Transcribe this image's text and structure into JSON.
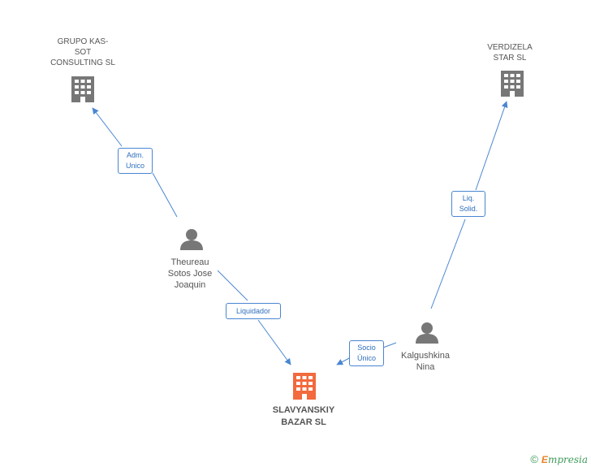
{
  "nodes": {
    "grupo": {
      "lines": [
        "GRUPO KAS-",
        "SOT",
        "CONSULTING SL"
      ]
    },
    "verdizela": {
      "lines": [
        "VERDIZELA",
        "STAR SL"
      ]
    },
    "theureau": {
      "lines": [
        "Theureau",
        "Sotos Jose",
        "Joaquin"
      ]
    },
    "kalgushkina": {
      "lines": [
        "Kalgushkina",
        "Nina"
      ]
    },
    "slavyanskiy": {
      "lines": [
        "SLAVYANSKIY",
        "BAZAR SL"
      ]
    }
  },
  "edges": {
    "adm": {
      "lines": [
        "Adm.",
        "Unico"
      ]
    },
    "liq": {
      "lines": [
        "Liq.",
        "Solid."
      ]
    },
    "liquidador": {
      "lines": [
        "Liquidador"
      ]
    },
    "socio": {
      "lines": [
        "Socio",
        "Único"
      ]
    }
  },
  "footer": {
    "copyright": "©",
    "brand_initial": "E",
    "brand_rest": "mpresia"
  },
  "colors": {
    "edge": "#4a86d1",
    "company_icon": "#777777",
    "main_icon": "#f26a3d",
    "person_icon": "#777777",
    "brand": "#3f9a5b"
  }
}
